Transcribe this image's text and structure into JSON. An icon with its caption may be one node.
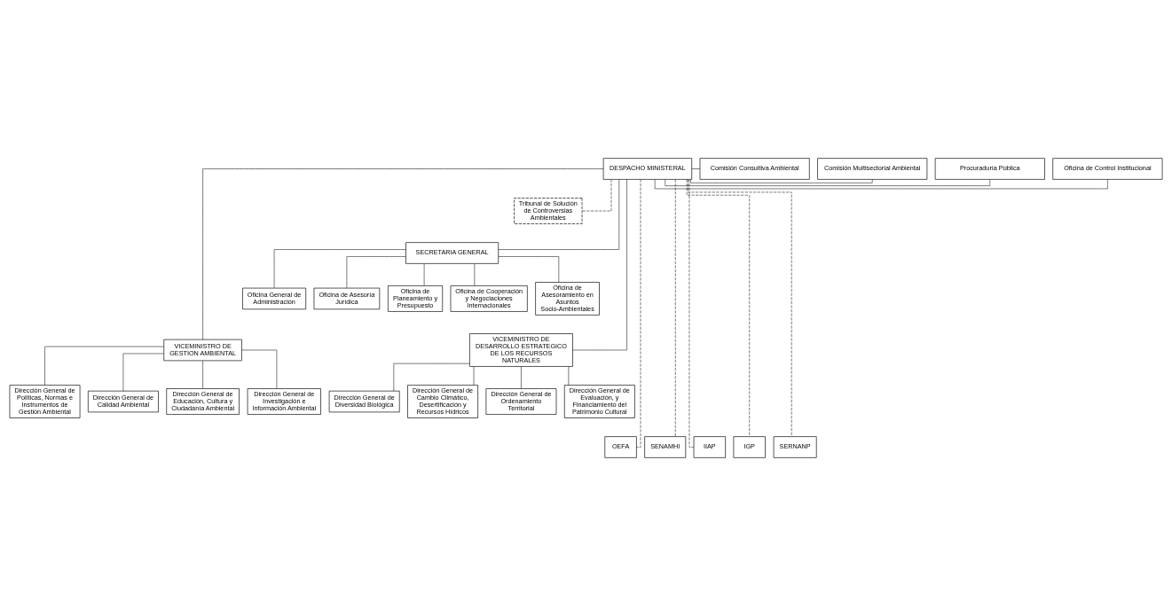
{
  "diagram": {
    "nodes": [
      {
        "text": [
          "Oficina de Control Institucional"
        ]
      },
      {
        "text": [
          "Procuraduría Pública"
        ]
      },
      {
        "text": [
          "DESPACHO MINISTERAL"
        ]
      },
      {
        "text": [
          "Comisión Multisectorial Ambiental"
        ]
      },
      {
        "text": [
          "Comisión Consultiva Ambiental"
        ]
      },
      {
        "text": [
          "Tribunal de Solución de Controversias Ambientales"
        ]
      },
      {
        "text": [
          "SECRETARIA GENERAL"
        ]
      },
      {
        "text": [
          "Oficina General de Administración"
        ]
      },
      {
        "text": [
          "Oficina de Asesoría Jurídica"
        ]
      },
      {
        "text": [
          "Oficina de Planeamiento y Presupuesto"
        ]
      },
      {
        "text": [
          "Oficina de Cooperación y Negociaciones Internacionales"
        ]
      },
      {
        "text": [
          "Oficina de Asesoramiento en Asuntos Socio-Ambientales"
        ]
      },
      {
        "text": [
          "VICEMINISTRO DE GESTION AMBIENTAL"
        ]
      },
      {
        "text": [
          "VICEMINISTRO DE DESARROLLO ESTRATEGICO DE LOS RECURSOS NATURALES"
        ]
      },
      {
        "text": [
          "Dirección General de Políticas, Normas e Instrumentos de Gestión Ambiental"
        ]
      },
      {
        "text": [
          "Dirección General de Calidad Ambiental"
        ]
      },
      {
        "text": [
          "Dirección General de Educación, Cultura y Ciudadanía Ambiental"
        ]
      },
      {
        "text": [
          "Dirección General de Investigación e Información Ambiental"
        ]
      },
      {
        "text": [
          "Dirección General de Diversidad Biológica"
        ]
      },
      {
        "text": [
          "Dirección General de Cambio Climático, Desertificación y Recursos Hídricos"
        ]
      },
      {
        "text": [
          "Dirección General de Ordenamiento Territorial"
        ]
      },
      {
        "text": [
          "Dirección General de Evaluación, y Financiamiento del Patrimonio Cultural"
        ]
      },
      {
        "text": [
          "OEFA"
        ]
      },
      {
        "text": [
          "SENAMHI"
        ]
      },
      {
        "text": [
          "IIAP"
        ]
      },
      {
        "text": [
          "IGP"
        ]
      },
      {
        "text": [
          "SERNANP"
        ]
      }
    ],
    "edges": [
      {
        "from": 2,
        "to": 0,
        "arrow": "none"
      },
      {
        "from": 2,
        "to": 1,
        "arrow": "none"
      },
      {
        "from": 2,
        "to": 3,
        "arrow": "none"
      },
      {
        "from": 2,
        "to": 4,
        "arrow": "none"
      },
      {
        "from": 2,
        "to": 5,
        "arrow": "none",
        "style": "dashed"
      },
      {
        "from": 2,
        "to": 6,
        "arrow": "none"
      },
      {
        "from": 6,
        "to": 7,
        "arrow": "none"
      },
      {
        "from": 6,
        "to": 8,
        "arrow": "none"
      },
      {
        "from": 6,
        "to": 9,
        "arrow": "none"
      },
      {
        "from": 6,
        "to": 10,
        "arrow": "none"
      },
      {
        "from": 6,
        "to": 11,
        "arrow": "none"
      },
      {
        "from": 2,
        "to": 12,
        "arrow": "none"
      },
      {
        "from": 2,
        "to": 13,
        "arrow": "none"
      },
      {
        "from": 12,
        "to": 14,
        "arrow": "none"
      },
      {
        "from": 12,
        "to": 15,
        "arrow": "none"
      },
      {
        "from": 12,
        "to": 16,
        "arrow": "none"
      },
      {
        "from": 12,
        "to": 17,
        "arrow": "none"
      },
      {
        "from": 13,
        "to": 18,
        "arrow": "none"
      },
      {
        "from": 13,
        "to": 19,
        "arrow": "none"
      },
      {
        "from": 13,
        "to": 20,
        "arrow": "none"
      },
      {
        "from": 13,
        "to": 21,
        "arrow": "none"
      },
      {
        "from": 2,
        "to": 22,
        "arrow": "none",
        "style": "dashed"
      },
      {
        "from": 2,
        "to": 23,
        "arrow": "none",
        "style": "dashed"
      },
      {
        "from": 2,
        "to": 24,
        "arrow": "none",
        "style": "dashed"
      },
      {
        "from": 2,
        "to": 25,
        "arrow": "none",
        "style": "dashed"
      },
      {
        "from": 2,
        "to": 26,
        "arrow": "none",
        "style": "dashed"
      }
    ]
  }
}
